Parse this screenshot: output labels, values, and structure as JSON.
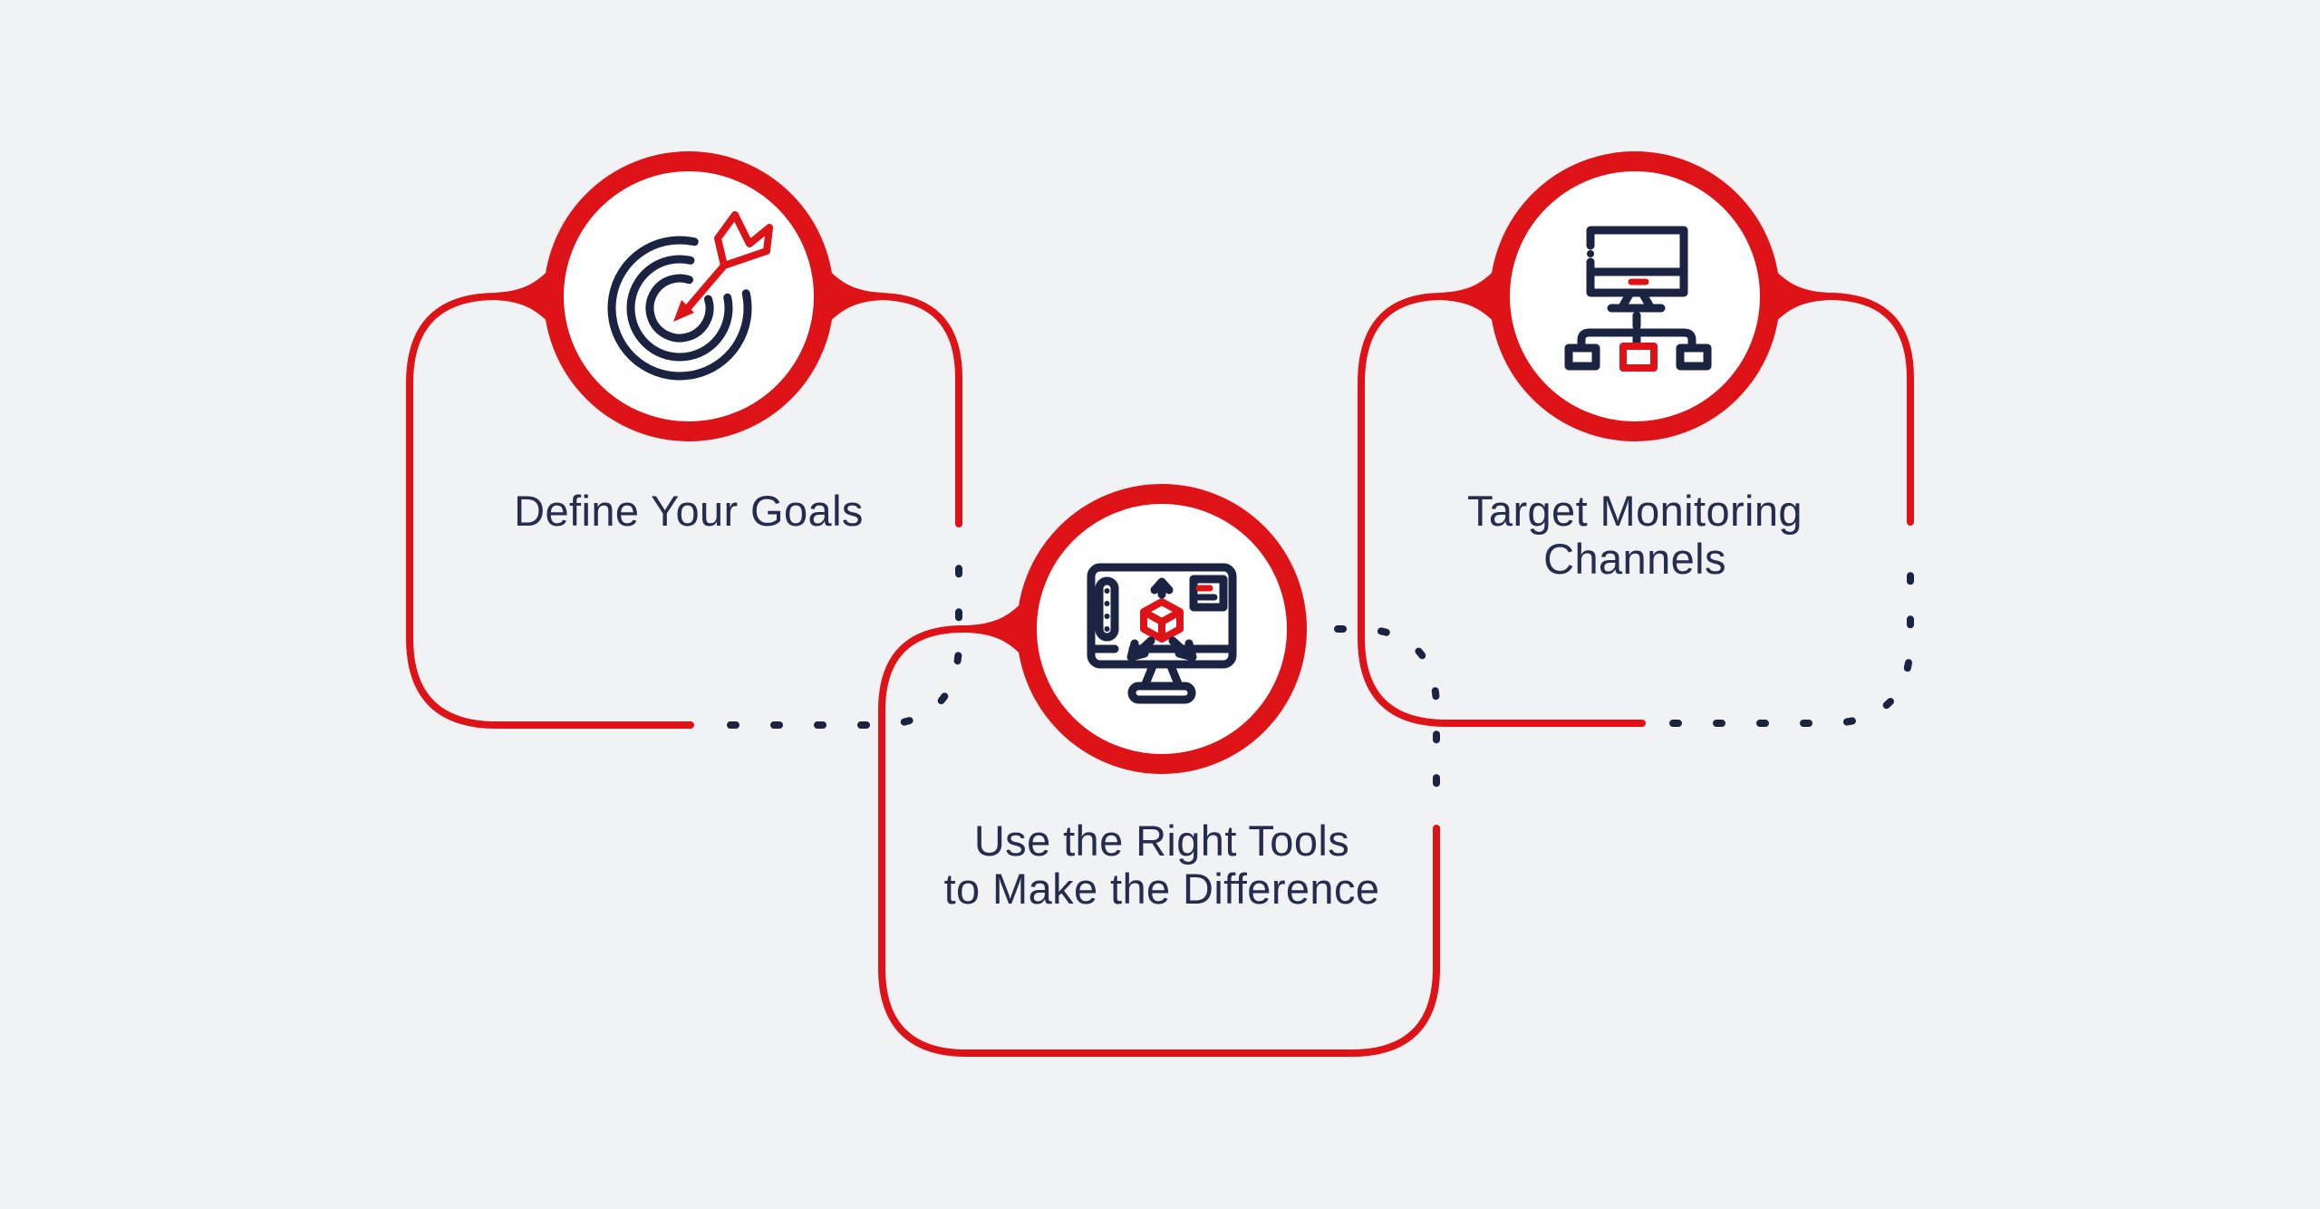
{
  "colors": {
    "background": "#f1f2f4",
    "red": "#de1318",
    "navy": "#1b2342",
    "text": "#252c4e",
    "circle_fill": "#ffffff"
  },
  "steps": [
    {
      "label_line1": "Define Your Goals",
      "label_line2": "",
      "icon": "dartboard-dart-icon"
    },
    {
      "label_line1": "Use the Right Tools",
      "label_line2": "to Make the Difference",
      "icon": "monitor-3d-cube-icon"
    },
    {
      "label_line1": "Target Monitoring",
      "label_line2": "Channels",
      "icon": "monitor-sitemap-icon"
    }
  ]
}
